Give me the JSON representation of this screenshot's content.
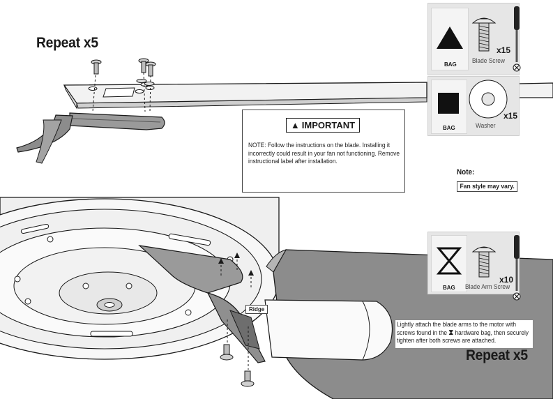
{
  "top_section": {
    "repeat_label": "Repeat x5"
  },
  "bottom_section": {
    "repeat_label": "Repeat x5"
  },
  "hardware": {
    "blade_screw": {
      "bag_label": "BAG",
      "bag_symbol": "triangle",
      "name": "Blade Screw",
      "quantity": "x15"
    },
    "washer": {
      "bag_label": "BAG",
      "bag_symbol": "square",
      "name": "Washer",
      "quantity": "x15"
    },
    "blade_arm_screw": {
      "bag_label": "BAG",
      "bag_symbol": "hourglass",
      "name": "Blade Arm Screw",
      "quantity": "x10"
    }
  },
  "important": {
    "title": "IMPORTANT",
    "note": "NOTE: Follow the instructions on the blade. Installing it incorrectly could result in your fan not functioning. Remove instructional label after installation."
  },
  "side_note": {
    "label": "Note:",
    "text": "Fan style may vary."
  },
  "ridge_label": "Ridge",
  "attach_instruction": {
    "before": "Lightly attach the blade arms to the motor with screws found in the",
    "after": "hardware bag, then securely tighten after both screws are attached."
  },
  "colors": {
    "line": "#1a1a1a",
    "blade_gray": "#8c8c8c",
    "blade_light": "#d9d9d9",
    "box_bg": "#e6e6e6",
    "tile_bg": "#f4f4f4"
  },
  "icons": [
    "triangle-bag-icon",
    "square-bag-icon",
    "hourglass-bag-icon",
    "screwdriver-icon",
    "screw-icon",
    "washer-icon",
    "warning-icon"
  ]
}
